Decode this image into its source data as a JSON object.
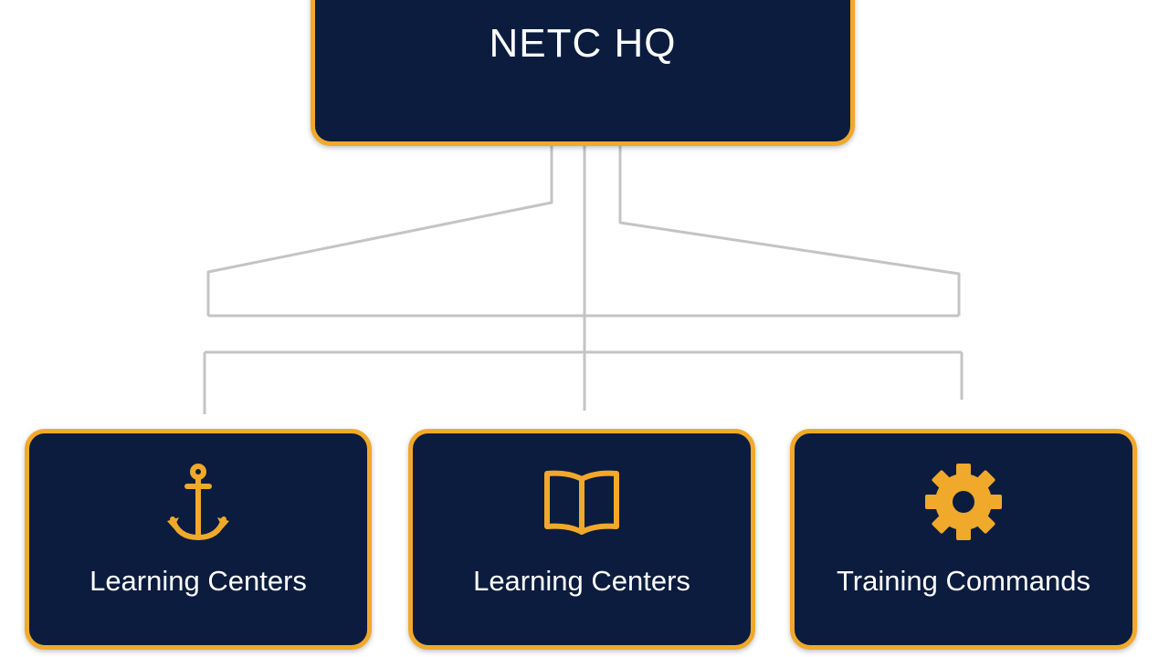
{
  "hq": {
    "title": "NETC HQ"
  },
  "children": [
    {
      "label": "Learning Centers",
      "icon": "anchor-icon"
    },
    {
      "label": "Learning Centers",
      "icon": "open-book-icon"
    },
    {
      "label": "Training Commands",
      "icon": "gear-icon"
    }
  ],
  "colors": {
    "box_fill": "#0b1c3f",
    "box_border": "#f0a92a",
    "icon": "#f0a92a",
    "connector": "#c4c4c4",
    "text": "#ffffff",
    "background": "#ffffff"
  }
}
